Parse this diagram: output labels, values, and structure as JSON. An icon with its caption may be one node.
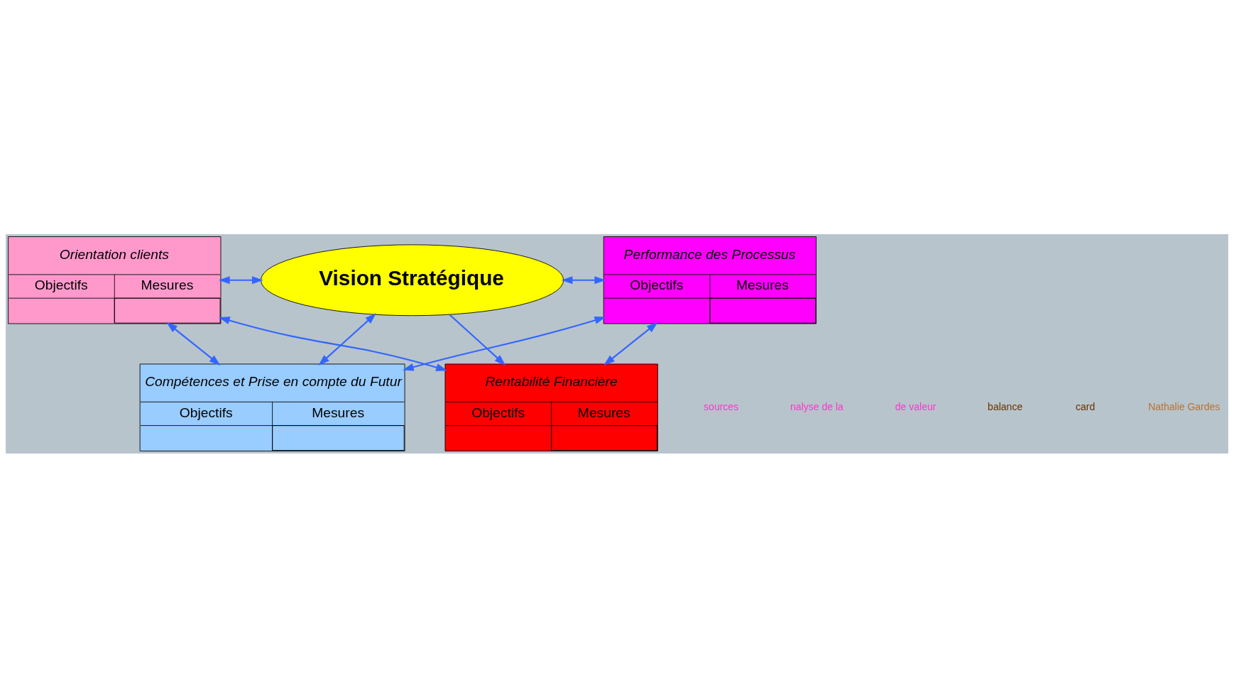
{
  "diagram": {
    "nodes": [
      {
        "text": [
          "Vision Stratégique"
        ]
      },
      {
        "text": [
          "Rentabilité Financière",
          "Objectifs",
          "Mesures"
        ]
      },
      {
        "text": [
          "Orientation clients",
          "Objectifs",
          "Mesures"
        ]
      },
      {
        "text": [
          "Performance des Processus",
          "Objectifs",
          "Mesures"
        ]
      },
      {
        "text": [
          "Compétences et Prise en compte du Futur",
          "Objectifs",
          "Mesures"
        ]
      }
    ],
    "edges": [
      {
        "from": 0,
        "to": 1,
        "arrow": "to",
        "color": "#3366ff"
      },
      {
        "from": 2,
        "to": 0,
        "arrow": "both",
        "color": "#3366ff"
      },
      {
        "from": 0,
        "to": 3,
        "arrow": "both",
        "color": "#3366ff"
      },
      {
        "from": 0,
        "to": 4,
        "arrow": "both",
        "color": "#3366ff"
      },
      {
        "from": 2,
        "to": 1,
        "arrow": "both",
        "color": "#3366ff"
      },
      {
        "from": 1,
        "to": 3,
        "arrow": "both",
        "color": "#3366ff"
      },
      {
        "from": 2,
        "to": 4,
        "arrow": "both",
        "color": "#3366ff"
      },
      {
        "from": 3,
        "to": 4,
        "arrow": "both",
        "color": "#3366ff"
      }
    ],
    "labels": [
      "sources",
      "nalyse de la",
      "de valeur",
      "balance",
      "card",
      "Nathalie Gardes"
    ]
  }
}
